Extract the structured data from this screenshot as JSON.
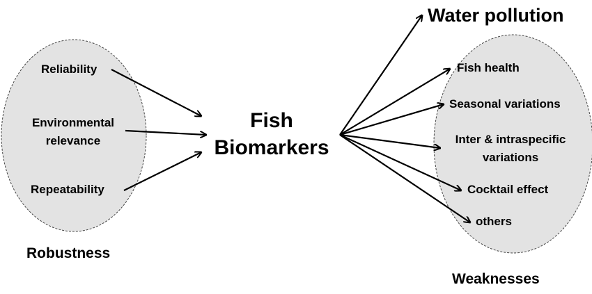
{
  "center": {
    "line1": "Fish",
    "line2": "Biomarkers"
  },
  "robustness": {
    "group_label": "Robustness",
    "items": [
      "Reliability",
      "Environmental",
      "relevance",
      "Repeatability"
    ]
  },
  "weaknesses": {
    "group_label": "Weaknesses",
    "outer_item": "Water pollution",
    "items": [
      "Fish health",
      "Seasonal variations",
      "Inter & intraspecific",
      "variations",
      "Cocktail effect",
      "others"
    ]
  },
  "colors": {
    "ellipse_fill": "#e3e3e3",
    "ellipse_stroke": "#444444",
    "arrow": "#000000"
  }
}
